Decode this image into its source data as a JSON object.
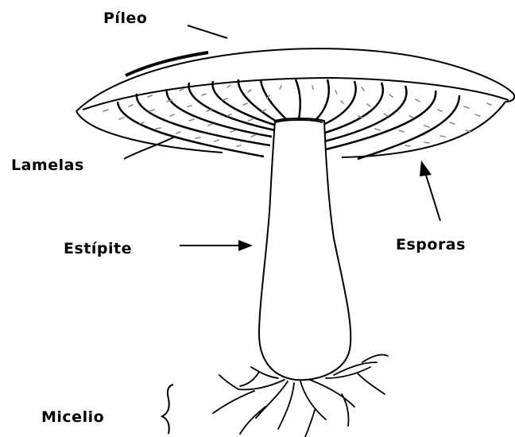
{
  "labels": {
    "pileo": "Píleo",
    "lamelas": "Lamelas",
    "estipite": "Estípite",
    "esporas": "Esporas",
    "micelio": "Micelio"
  },
  "colors": {
    "ink": "#000000",
    "spore": "#8a8a8a",
    "background": "#ffffff"
  }
}
